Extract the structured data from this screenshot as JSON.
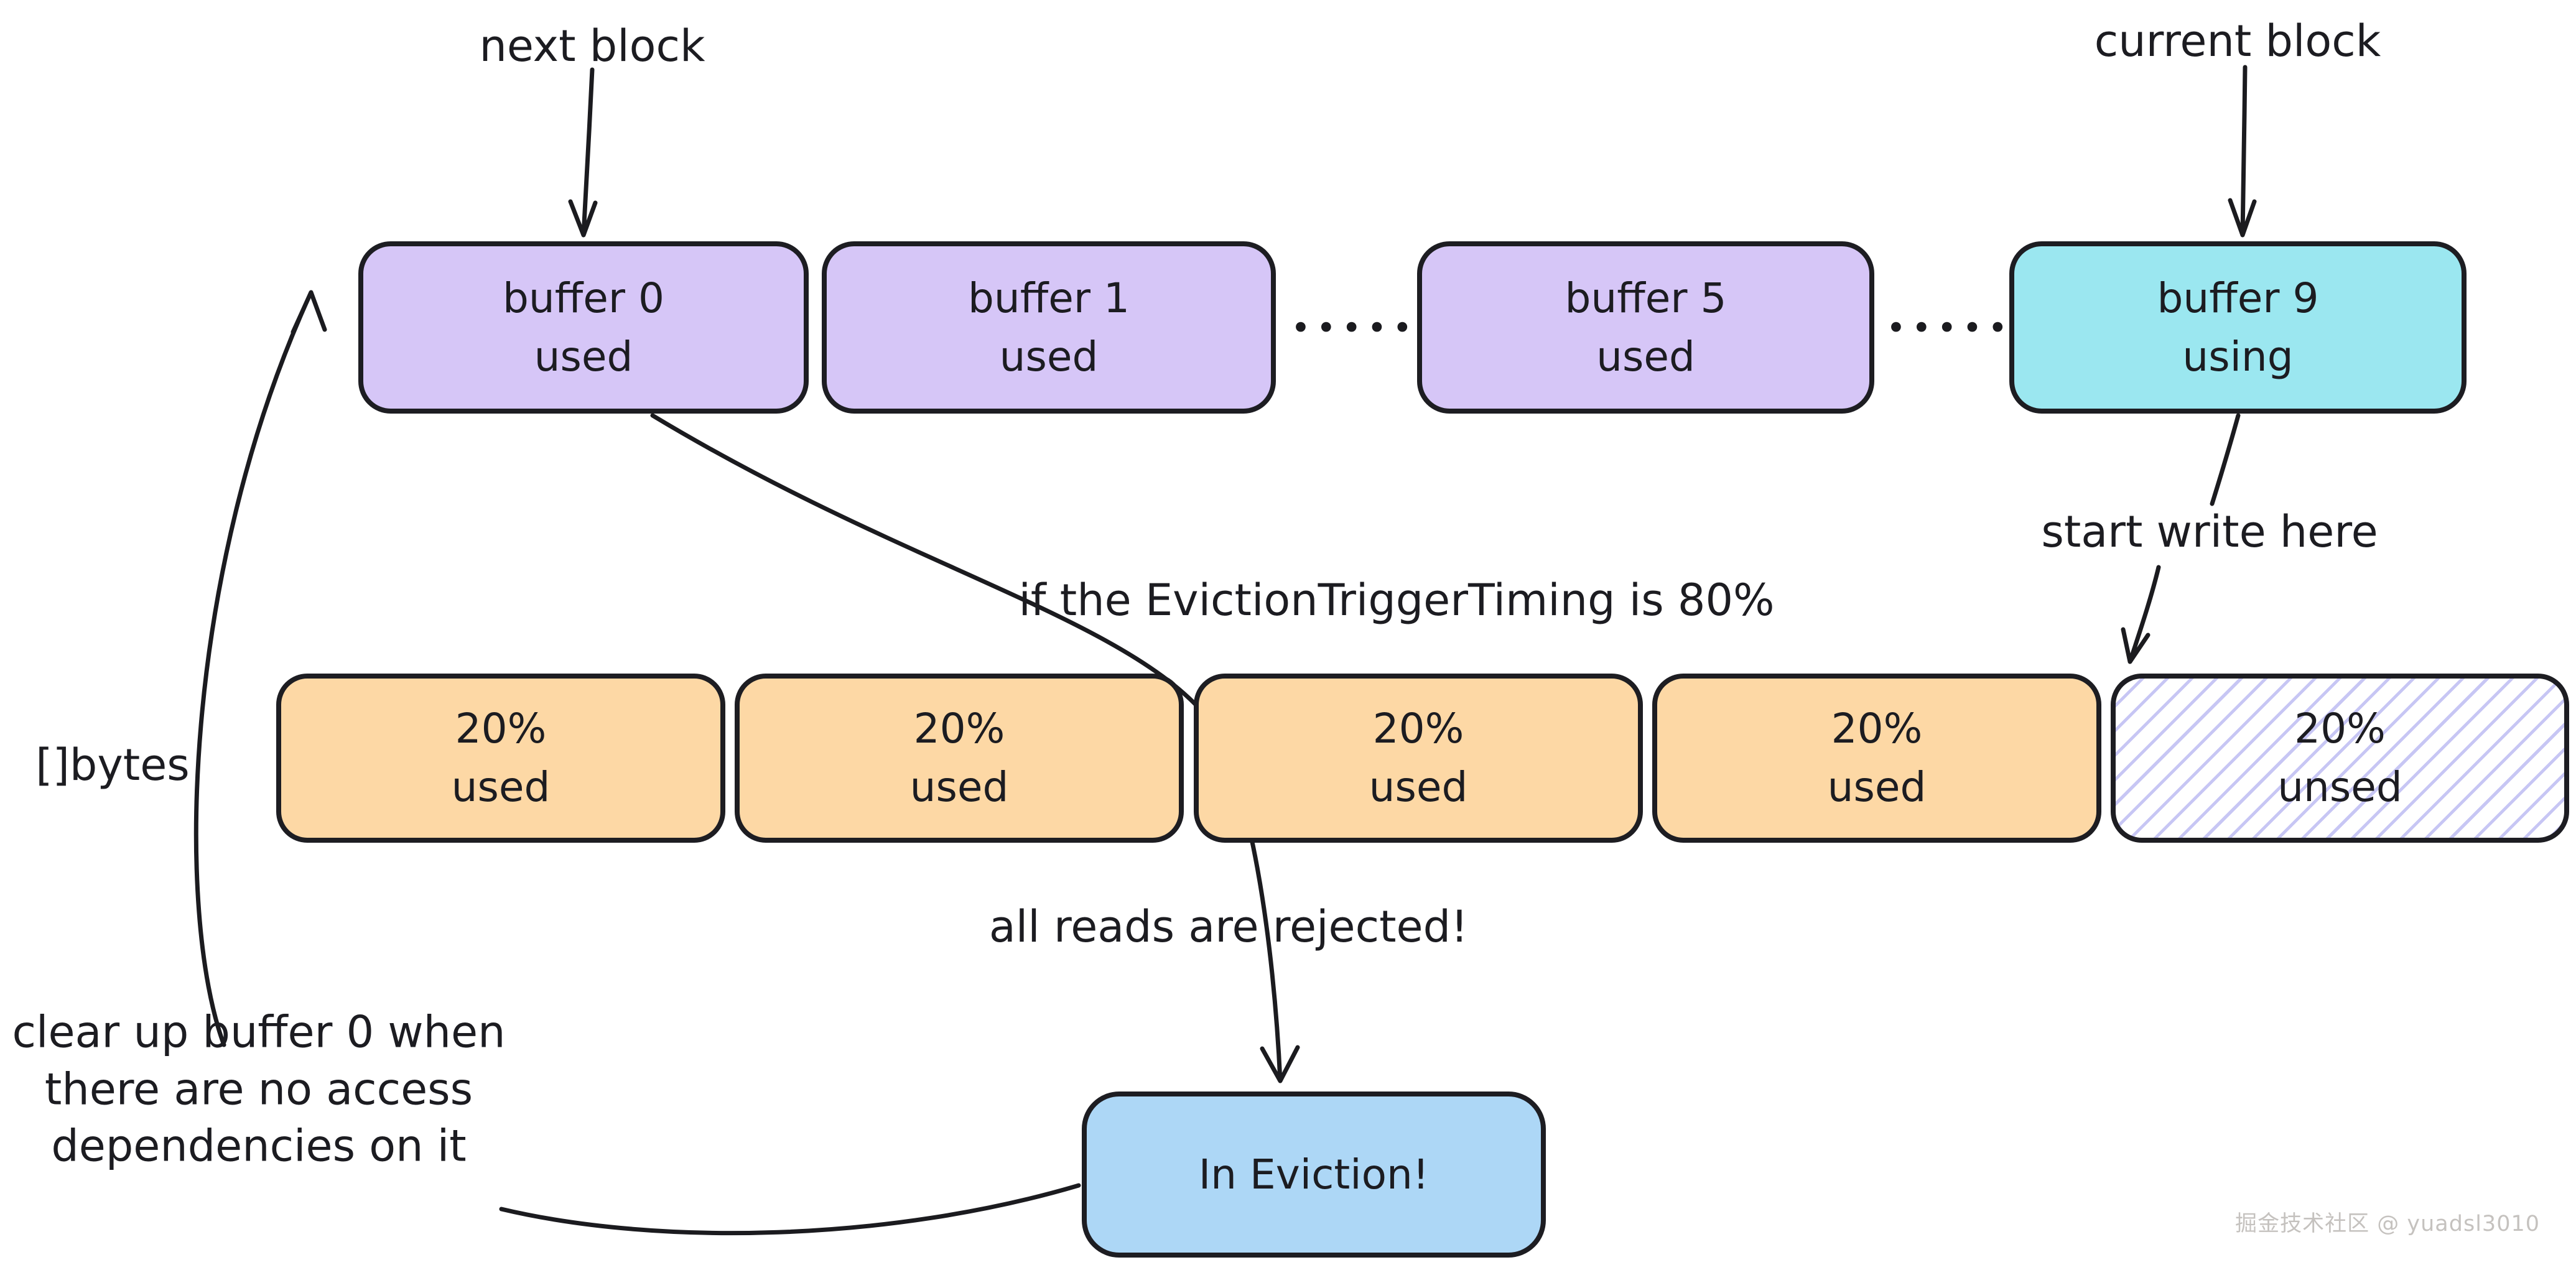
{
  "title_labels": {
    "next_block": "next block",
    "current_block": "current block"
  },
  "annotations": {
    "start_write_here": "start write here",
    "eviction_condition": "if the EvictionTriggerTiming is 80%",
    "bytes_label": "[]bytes",
    "all_reads_rejected": "all reads are rejected!",
    "clear_up_note": {
      "line1": "clear up buffer 0 when",
      "line2": "there are no access",
      "line3": "dependencies on it"
    },
    "ellipsis": "••••••"
  },
  "buffer_row": {
    "blocks": [
      {
        "title": "buffer 0",
        "state": "used",
        "fill": "#d6c6f7"
      },
      {
        "title": "buffer 1",
        "state": "used",
        "fill": "#d6c6f7"
      },
      {
        "title": "buffer 5",
        "state": "used",
        "fill": "#d6c6f7"
      },
      {
        "title": "buffer 9",
        "state": "using",
        "fill": "#9be7f0"
      }
    ]
  },
  "bytes_row": {
    "segments": [
      {
        "value": "20%",
        "state": "used",
        "fill": "#fdd8a5"
      },
      {
        "value": "20%",
        "state": "used",
        "fill": "#fdd8a5"
      },
      {
        "value": "20%",
        "state": "used",
        "fill": "#fdd8a5"
      },
      {
        "value": "20%",
        "state": "used",
        "fill": "#fdd8a5"
      },
      {
        "value": "20%",
        "state": "unsed",
        "fill": "hatched-white"
      }
    ]
  },
  "eviction_box": {
    "label": "In Eviction!",
    "fill": "#add7f6"
  },
  "watermark": "掘金技术社区 @ yuadsl3010",
  "colors": {
    "purple_fill": "#d6c6f7",
    "cyan_fill": "#9be7f0",
    "orange_fill": "#fdd8a5",
    "blue_fill": "#add7f6",
    "hatch_line": "#b6b2ee",
    "stroke": "#1d1d22",
    "text": "#1c1c21",
    "watermark": "#beb9b5"
  }
}
